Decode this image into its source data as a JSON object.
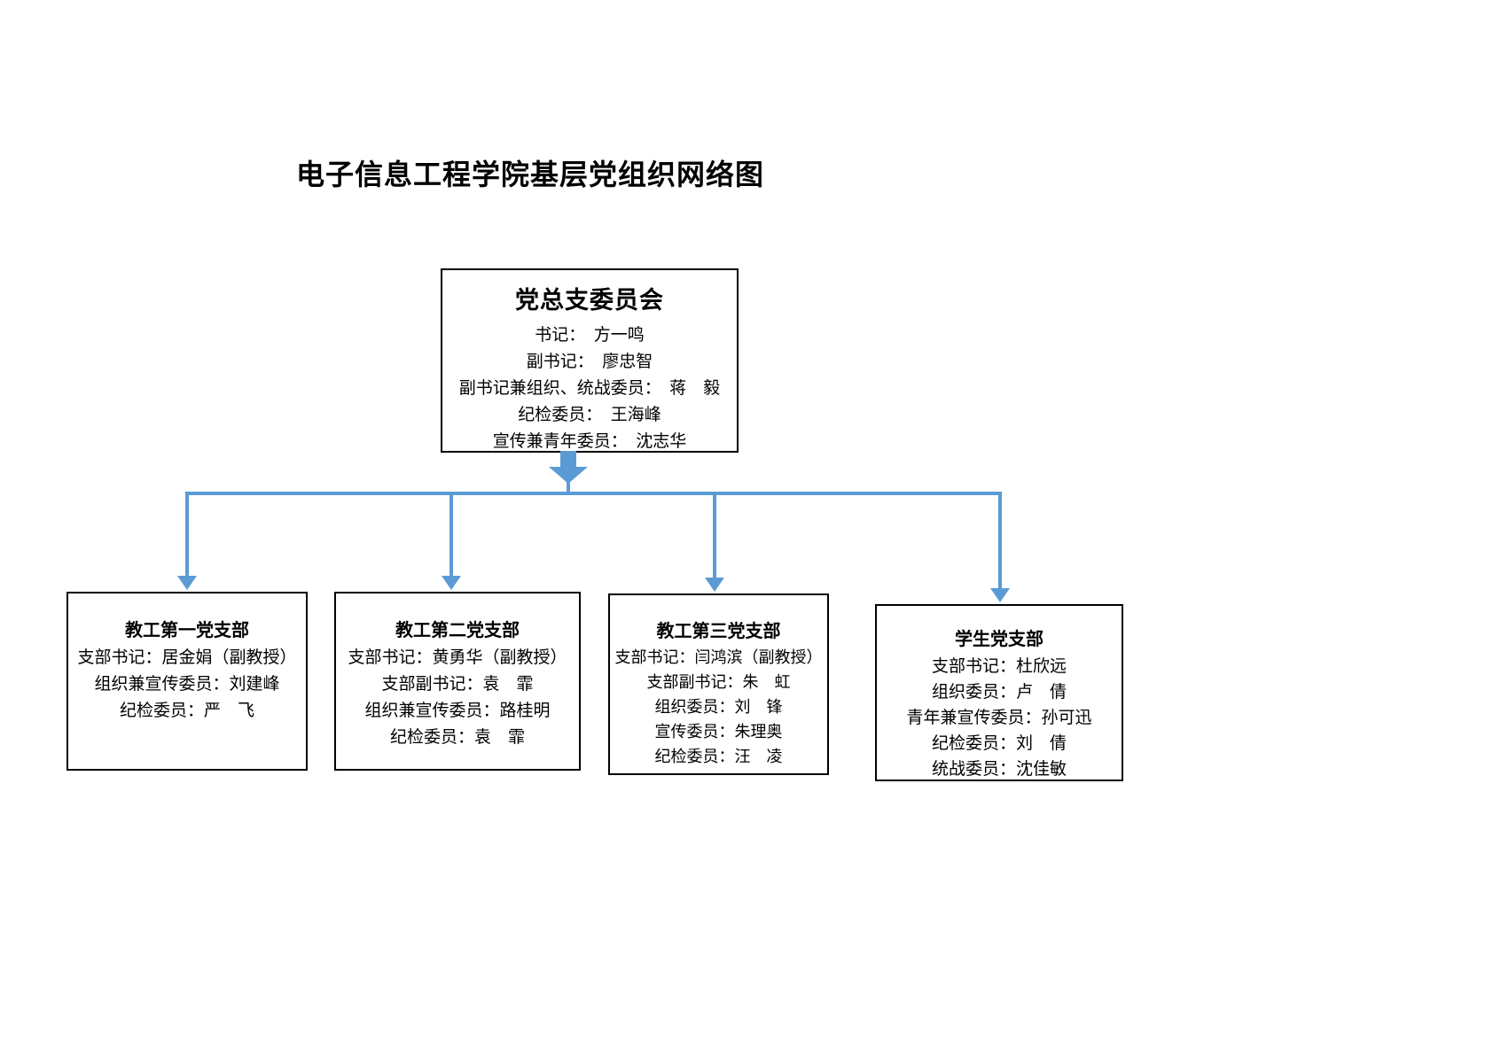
{
  "title": "电子信息工程学院基层党组织网络图",
  "colors": {
    "connector": "#5b9bd5",
    "box_border": "#000000",
    "text": "#000000"
  },
  "committee": {
    "title": "党总支委员会",
    "members": [
      "书记：　方一鸣",
      "副书记：　廖忠智",
      "副书记兼组织、统战委员：　蒋　毅",
      "纪检委员：　王海峰",
      "宣传兼青年委员：　沈志华"
    ]
  },
  "branches": [
    {
      "title": "教工第一党支部",
      "members": [
        "支部书记：居金娟（副教授）",
        "组织兼宣传委员：刘建峰",
        "纪检委员：严　飞"
      ]
    },
    {
      "title": "教工第二党支部",
      "members": [
        "支部书记：黄勇华（副教授）",
        "支部副书记：袁　霏",
        "组织兼宣传委员：路桂明",
        "纪检委员：袁　霏"
      ]
    },
    {
      "title": "教工第三党支部",
      "members": [
        "支部书记：闫鸿滨（副教授）",
        "支部副书记：朱　虹",
        "组织委员：刘　锋",
        "宣传委员：朱理奥",
        "纪检委员：汪　凌"
      ]
    },
    {
      "title": "学生党支部",
      "members": [
        "支部书记：杜欣远",
        "组织委员：卢　倩",
        "青年兼宣传委员：孙可迅",
        "纪检委员：刘　倩",
        "统战委员：沈佳敏"
      ]
    }
  ]
}
